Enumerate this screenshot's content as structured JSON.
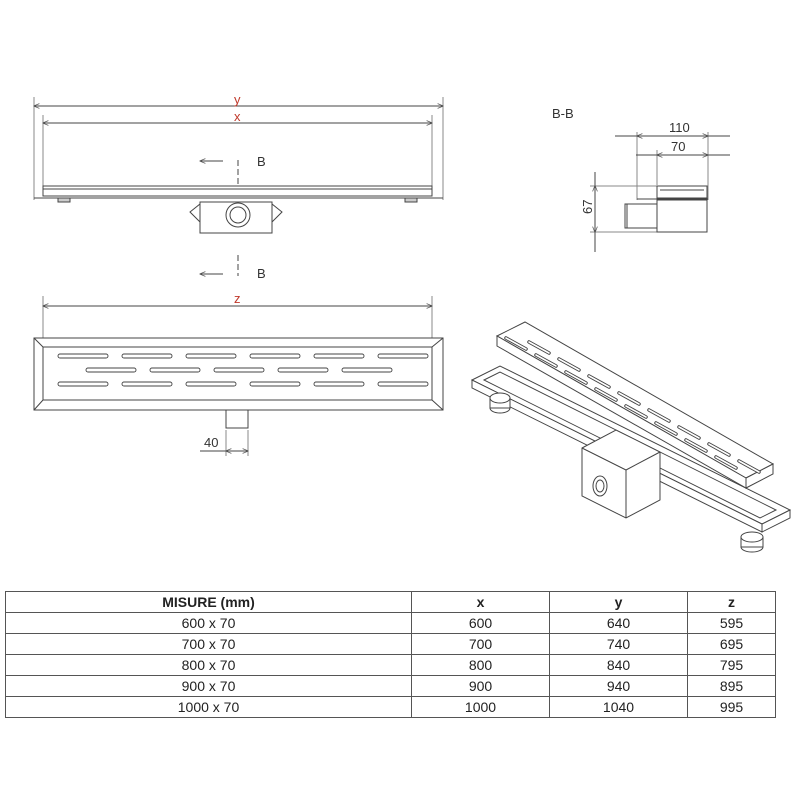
{
  "labels": {
    "y": "y",
    "x": "x",
    "z": "z",
    "section_mark": "B",
    "section_title": "B-B",
    "dim_110": "110",
    "dim_70": "70",
    "dim_67": "67",
    "dim_40": "40"
  },
  "colors": {
    "dimension_red": "#c0392b",
    "line": "#333333"
  },
  "table": {
    "headers": [
      "MISURE (mm)",
      "x",
      "y",
      "z"
    ],
    "rows": [
      [
        "600 x 70",
        "600",
        "640",
        "595"
      ],
      [
        "700 x 70",
        "700",
        "740",
        "695"
      ],
      [
        "800 x 70",
        "800",
        "840",
        "795"
      ],
      [
        "900 x 70",
        "900",
        "940",
        "895"
      ],
      [
        "1000 x 70",
        "1000",
        "1040",
        "995"
      ]
    ]
  }
}
